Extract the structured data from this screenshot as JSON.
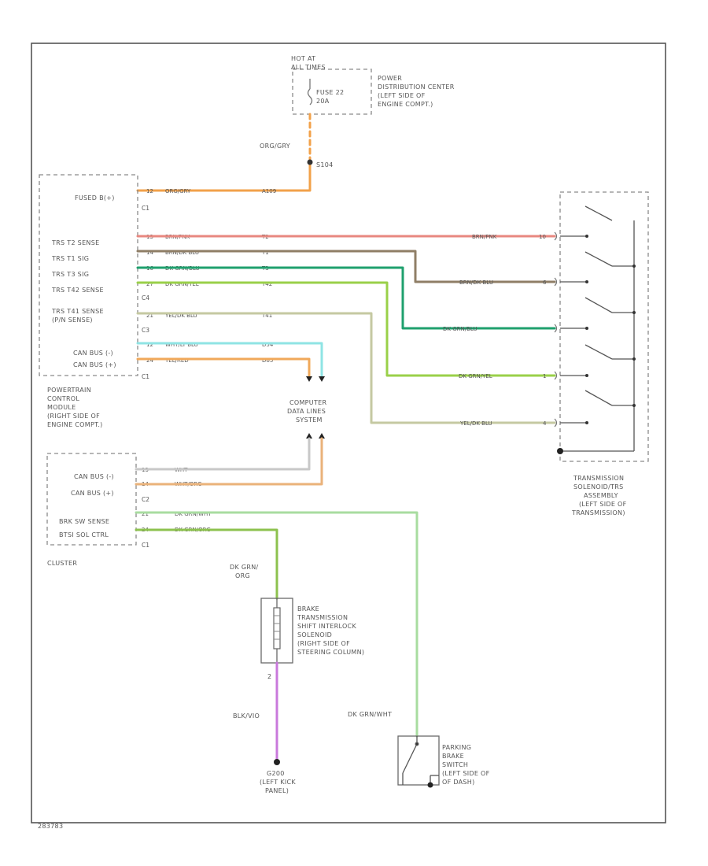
{
  "colors": {
    "org_gry": "#f2a14a",
    "brn_pnk": "#e88880",
    "brn_blu": "#8f7e66",
    "dk_grn_blu": "#1fa06e",
    "dk_grn_yel": "#9ad049",
    "yel_blu": "#c5c9a2",
    "wht_blu": "#8fe4e4",
    "yel_red": "#f0a85a",
    "wht": "#c8c8c8",
    "wht_org": "#eab27a",
    "dk_grn_wht": "#a8dca0",
    "dk_grn_org": "#8dc24e",
    "blk_vio": "#c978dc"
  },
  "footer_code": "283783",
  "power": {
    "hot_at": "HOT AT",
    "all_times": "ALL TIMES",
    "fuse": "FUSE 22",
    "amps": "20A",
    "pdc_line1": "POWER",
    "pdc_line2": "DISTRIBUTION CENTER",
    "pdc_line3": "(LEFT SIDE OF",
    "pdc_line4": "ENGINE COMPT.)",
    "wire_label": "ORG/GRY",
    "splice": "S104"
  },
  "pcm": {
    "pins": [
      {
        "label": "FUSED B(+)",
        "pin": "12",
        "wire": "ORG/GRY",
        "circuit": "A109"
      },
      {
        "label": "TRS T2 SENSE",
        "pin": "13",
        "wire": "BRN/PNK",
        "circuit": "T2"
      },
      {
        "label": "TRS T1 SIG",
        "pin": "14",
        "wire": "BRN/DK BLU",
        "circuit": "T1"
      },
      {
        "label": "TRS T3 SIG",
        "pin": "16",
        "wire": "DK GRN/BLU",
        "circuit": "T3"
      },
      {
        "label": "TRS T42 SENSE",
        "pin": "27",
        "wire": "DK GRN/YEL",
        "circuit": "T42"
      },
      {
        "label": "TRS T41 SENSE",
        "pin": "21",
        "wire": "YEL/DK BLU",
        "circuit": "T41"
      },
      {
        "label": "(P/N SENSE)",
        "pin": "",
        "wire": "",
        "circuit": ""
      },
      {
        "label": "CAN BUS (-)",
        "pin": "12",
        "wire": "WHT/LT BLU",
        "circuit": "D54"
      },
      {
        "label": "CAN BUS (+)",
        "pin": "24",
        "wire": "YEL/RED",
        "circuit": "D65"
      }
    ],
    "conn1": "C1",
    "conn4": "C4",
    "conn3": "C3",
    "conn1b": "C1",
    "name_line1": "POWERTRAIN",
    "name_line2": "CONTROL",
    "name_line3": "MODULE",
    "name_line4": "(RIGHT SIDE OF",
    "name_line5": "ENGINE COMPT.)"
  },
  "dlc": {
    "line1": "COMPUTER",
    "line2": "DATA LINES",
    "line3": "SYSTEM"
  },
  "trs": {
    "wires": [
      {
        "label": "BRN/PNK",
        "pin": "10"
      },
      {
        "label": "BRN/DK BLU",
        "pin": "6"
      },
      {
        "label": "DK GRN/BLU",
        "pin": ""
      },
      {
        "label": "DK GRN/YEL",
        "pin": "1"
      },
      {
        "label": "YEL/DK BLU",
        "pin": "4"
      }
    ],
    "line1": "TRANSMISSION",
    "line2": "SOLENOID/TRS",
    "line3": "ASSEMBLY",
    "line4": "(LEFT SIDE OF",
    "line5": "TRANSMISSION)"
  },
  "cluster": {
    "pins": [
      {
        "label": "CAN BUS (-)",
        "pin": "13",
        "wire": "WHT"
      },
      {
        "label": "CAN BUS (+)",
        "pin": "14",
        "wire": "WHT/ORG"
      },
      {
        "label": "BRK SW SENSE",
        "pin": "21",
        "wire": "DK GRN/WHT"
      },
      {
        "label": "BTSI SOL CTRL",
        "pin": "24",
        "wire": "DK GRN/ORG"
      }
    ],
    "conn2": "C2",
    "conn1": "C1",
    "name": "CLUSTER"
  },
  "btsi": {
    "wire_top_1": "DK GRN/",
    "wire_top_2": "ORG",
    "pin_bottom": "2",
    "wire_bottom": "BLK/VIO",
    "line1": "BRAKE",
    "line2": "TRANSMISSION",
    "line3": "SHIFT INTERLOCK",
    "line4": "SOLENOID",
    "line5": "(RIGHT SIDE OF",
    "line6": "STEERING COLUMN)"
  },
  "ground": {
    "id": "G200",
    "line1": "(LEFT KICK",
    "line2": "PANEL)"
  },
  "parking": {
    "wire": "DK GRN/WHT",
    "line1": "PARKING",
    "line2": "BRAKE",
    "line3": "SWITCH",
    "line4": "(LEFT SIDE OF",
    "line5": "OF DASH)"
  }
}
